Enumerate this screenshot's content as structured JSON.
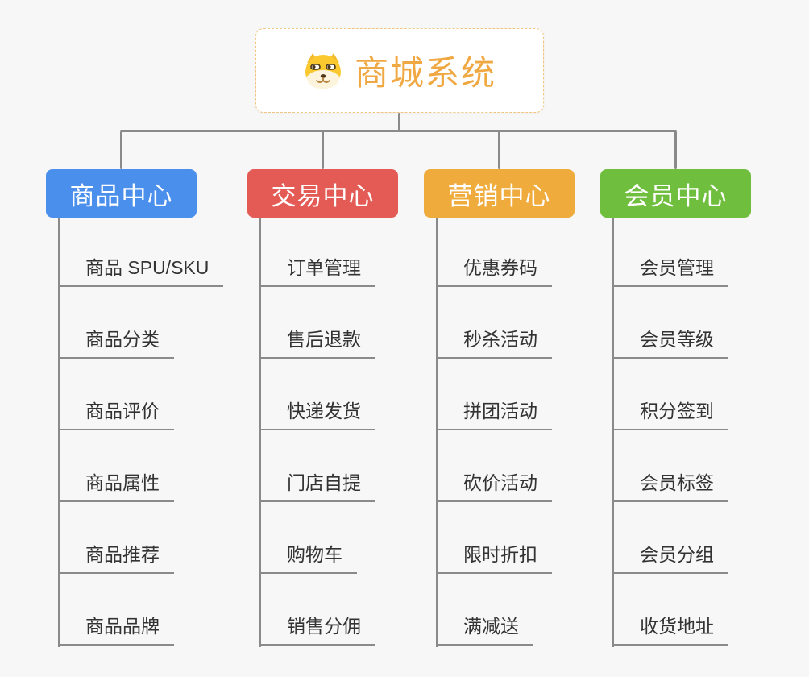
{
  "root": {
    "title": "商城系统",
    "icon": "shiba-dog-icon",
    "accent_color": "#F0A843",
    "border_color": "#F1C57F"
  },
  "branches": [
    {
      "label": "商品中心",
      "color": "#4A8FEC",
      "children": [
        "商品 SPU/SKU",
        "商品分类",
        "商品评价",
        "商品属性",
        "商品推荐",
        "商品品牌"
      ]
    },
    {
      "label": "交易中心",
      "color": "#E45B55",
      "children": [
        "订单管理",
        "售后退款",
        "快递发货",
        "门店自提",
        "购物车",
        "销售分佣"
      ]
    },
    {
      "label": "营销中心",
      "color": "#EFAC3D",
      "children": [
        "优惠券码",
        "秒杀活动",
        "拼团活动",
        "砍价活动",
        "限时折扣",
        "满减送"
      ]
    },
    {
      "label": "会员中心",
      "color": "#6FBE3E",
      "children": [
        "会员管理",
        "会员等级",
        "积分签到",
        "会员标签",
        "会员分组",
        "收货地址"
      ]
    }
  ],
  "connector_color": "#8A8A8A",
  "background_color": "#F7F7F7"
}
